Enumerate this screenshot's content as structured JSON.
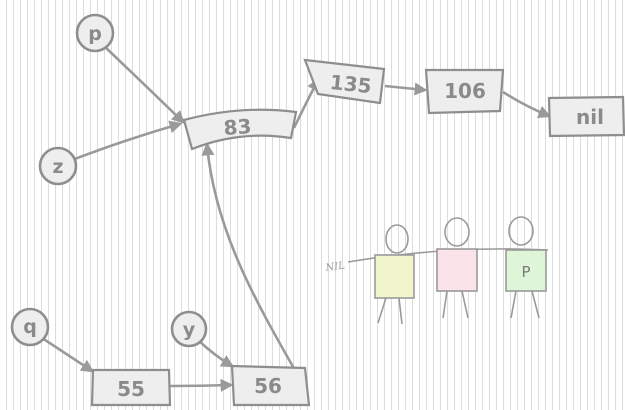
{
  "variables": {
    "p": "p",
    "z": "z",
    "q": "q",
    "y": "y"
  },
  "nodes": {
    "n83": "83",
    "n135": "135",
    "n106": "106",
    "nil": "nil",
    "n55": "55",
    "n56": "56"
  },
  "illustration": {
    "nil_label": "NIL",
    "person_label": "P",
    "colors": {
      "person1": "#f0f5cc",
      "person2": "#fbe3ea",
      "person3": "#def5d8"
    }
  }
}
